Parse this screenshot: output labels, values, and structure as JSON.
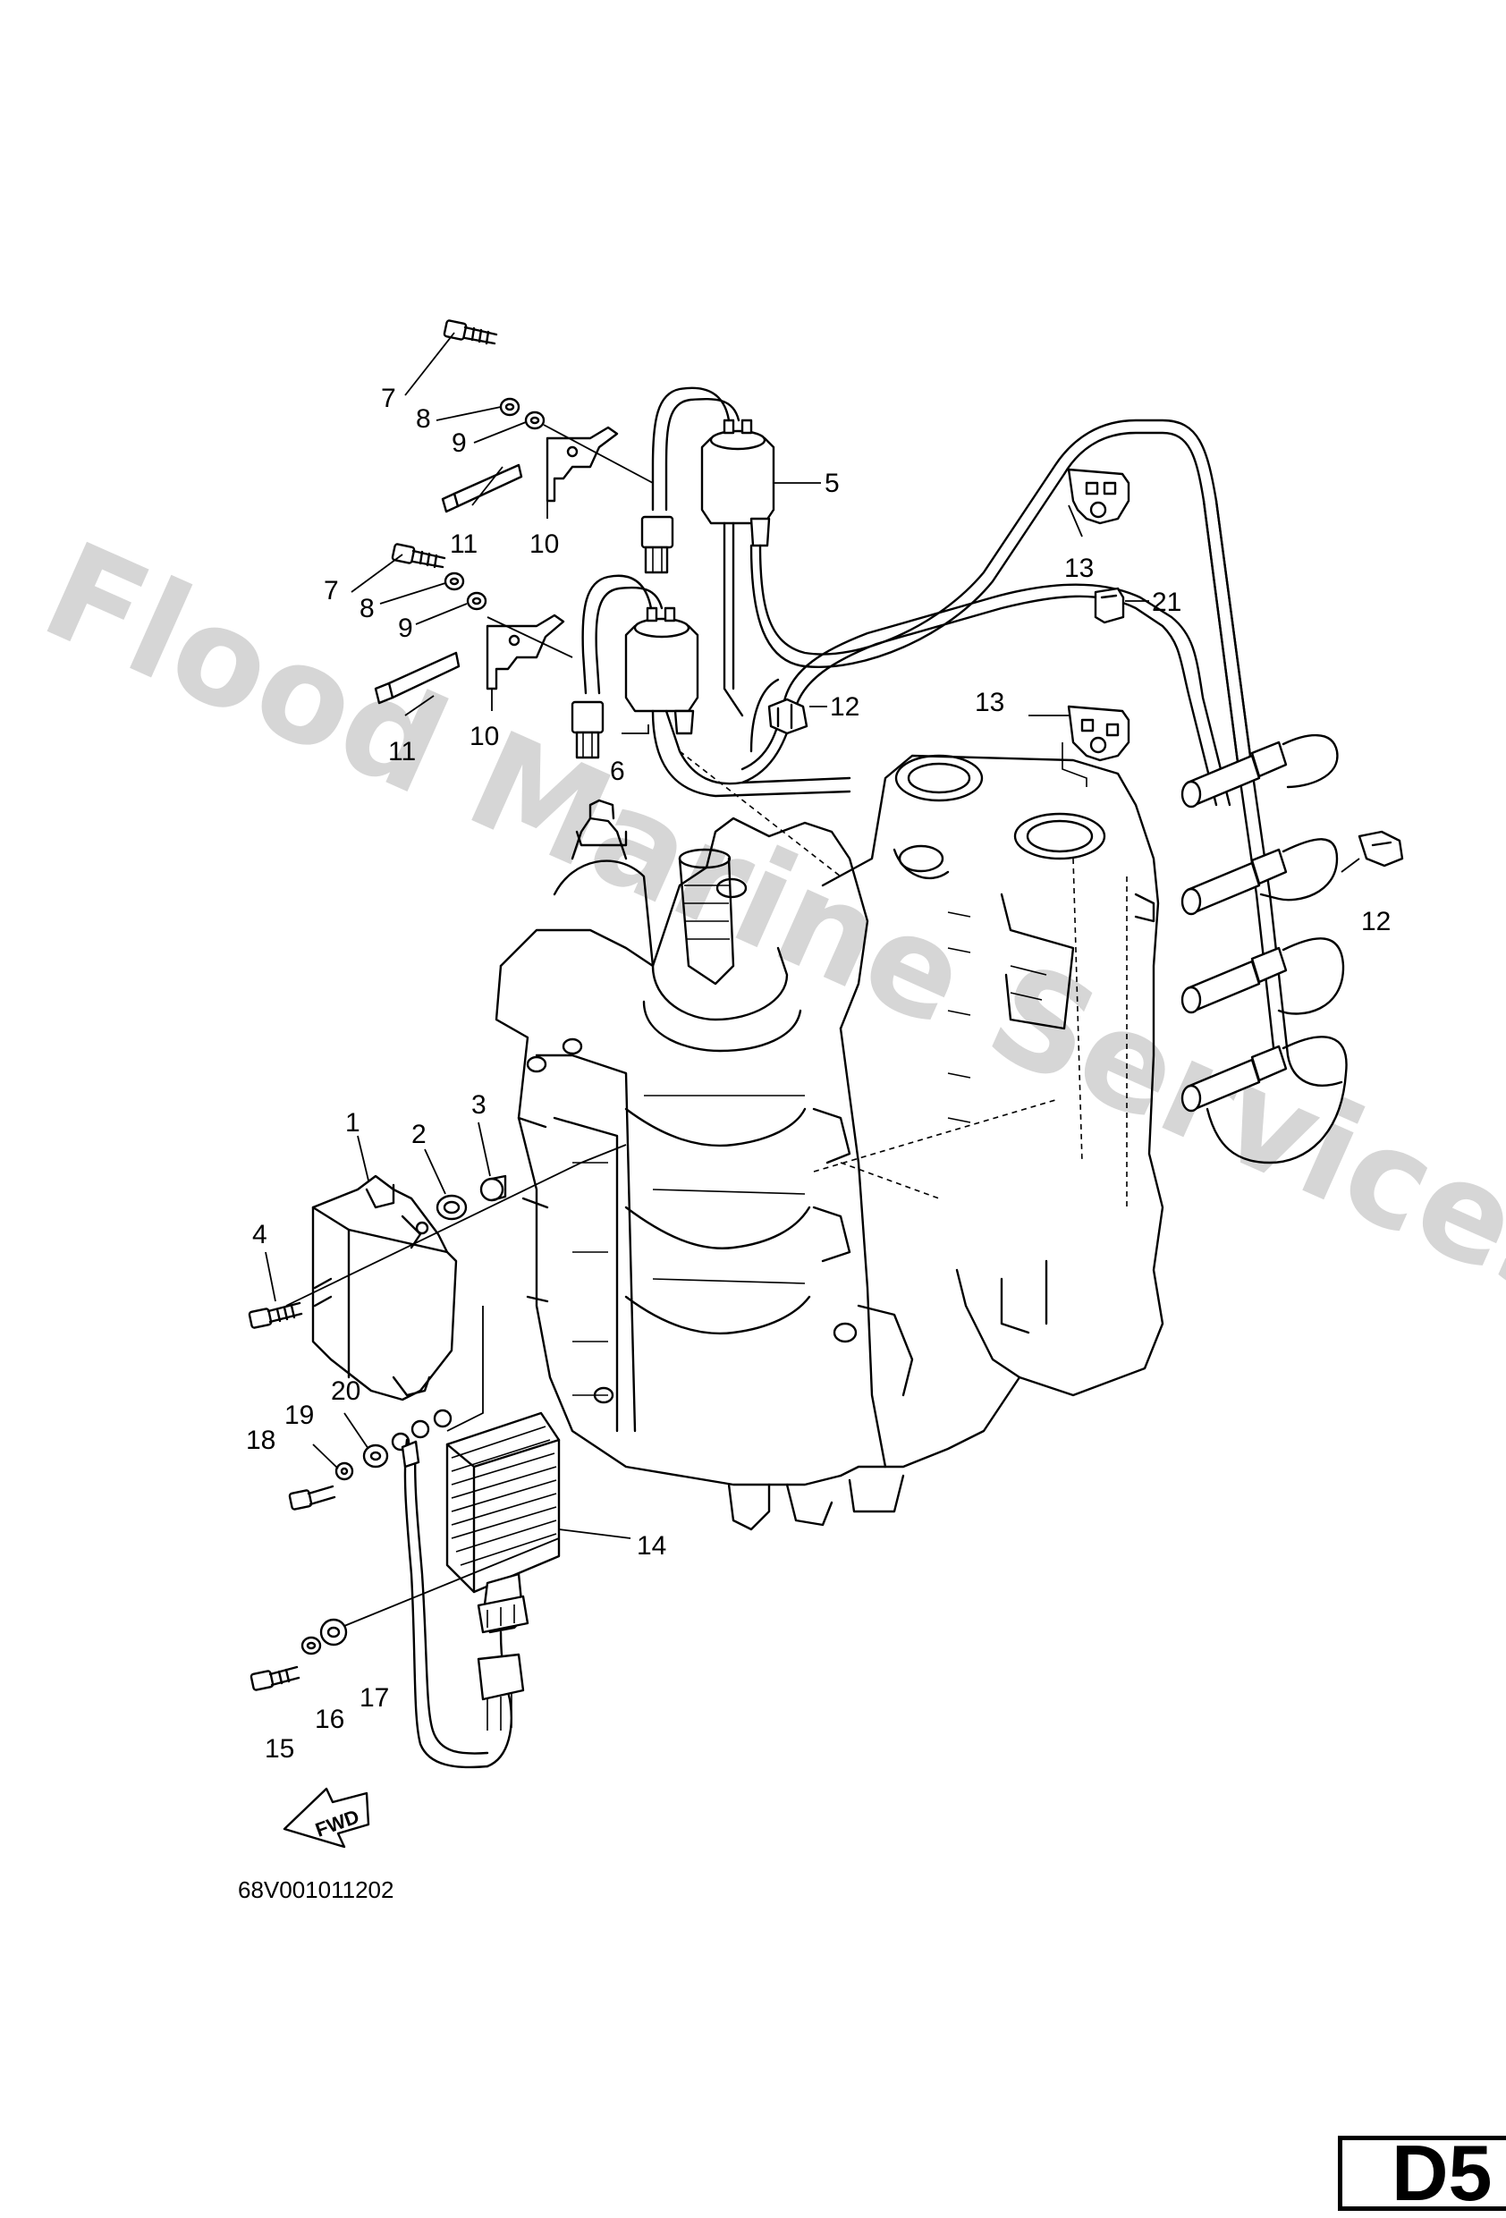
{
  "watermark": "Flood Marine Services",
  "part_labels": {
    "p1": "1",
    "p2": "2",
    "p3": "3",
    "p4": "4",
    "p5": "5",
    "p6": "6",
    "p7a": "7",
    "p7b": "7",
    "p8a": "8",
    "p8b": "8",
    "p9a": "9",
    "p9b": "9",
    "p10a": "10",
    "p10b": "10",
    "p11a": "11",
    "p11b": "11",
    "p12a": "12",
    "p12b": "12",
    "p13a": "13",
    "p13b": "13",
    "p14": "14",
    "p15": "15",
    "p16": "16",
    "p17": "17",
    "p18": "18",
    "p19": "19",
    "p20": "20",
    "p21": "21"
  },
  "fwd_label": "FWD",
  "diagram_code": "68V001011202",
  "page_id": "D5"
}
